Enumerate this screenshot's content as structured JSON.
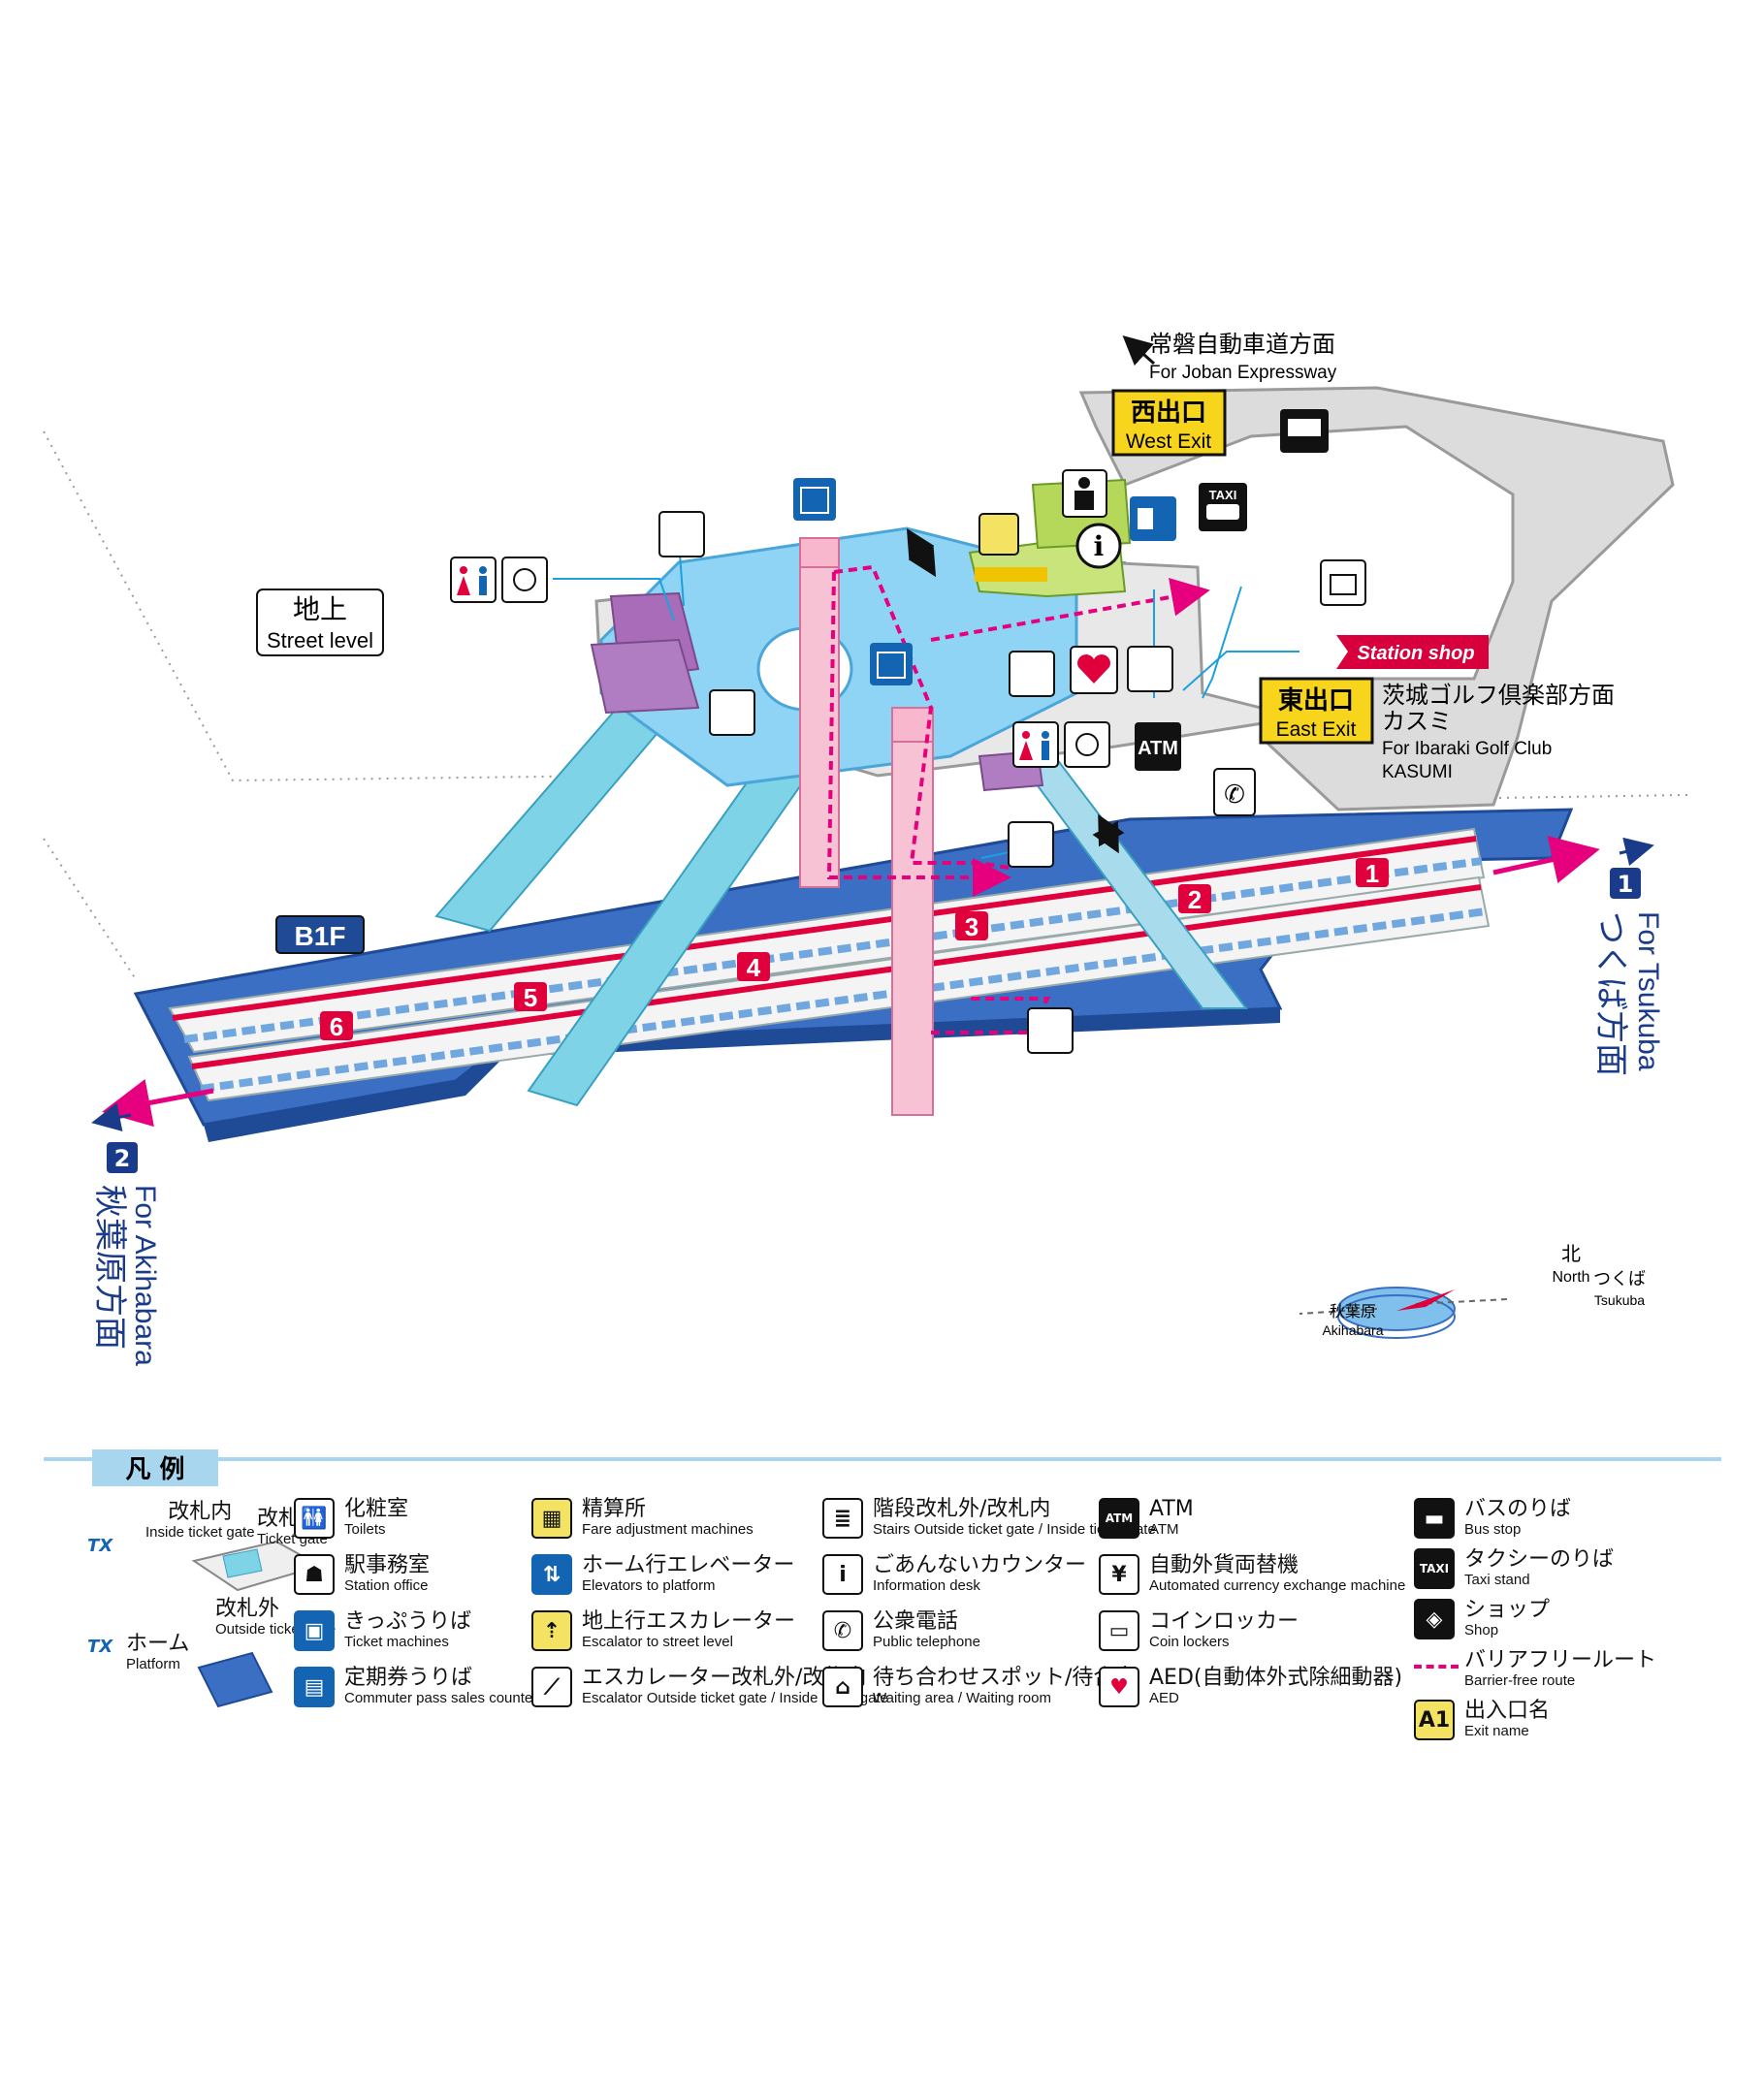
{
  "joban": {
    "jp": "常磐自動車道方面",
    "en": "For Joban Expressway"
  },
  "west_exit": {
    "jp": "西出口",
    "en": "West Exit"
  },
  "east_exit": {
    "jp": "東出口",
    "en": "East Exit"
  },
  "east_dest": {
    "jp1": "茨城ゴルフ倶楽部方面",
    "jp2": "カスミ",
    "en1": "For Ibaraki Golf Club",
    "en2": "KASUMI"
  },
  "station_shop": "Station shop",
  "street_level": {
    "jp": "地上",
    "en": "Street level"
  },
  "b1f": "B1F",
  "atm": "ATM",
  "taxi": "TAXI",
  "cars": [
    "1",
    "2",
    "3",
    "4",
    "5",
    "6"
  ],
  "tsukuba": {
    "num": "1",
    "en": "For Tsukuba",
    "jp": "つくば方面"
  },
  "akihabara": {
    "num": "2",
    "en": "For Akihabara",
    "jp": "秋葉原方面"
  },
  "compass": {
    "north_jp": "北",
    "north_en": "North",
    "tsukuba_jp": "つくば",
    "tsukuba_en": "Tsukuba",
    "akihabara_jp": "秋葉原",
    "akihabara_en": "Akihabara"
  },
  "legend": {
    "title": "凡 例",
    "inside_gate": {
      "jp": "改札内",
      "en": "Inside ticket gate"
    },
    "ticket_gate": {
      "jp": "改札",
      "en": "Ticket gate"
    },
    "outside_gate": {
      "jp": "改札外",
      "en": "Outside ticket gate"
    },
    "platform": {
      "jp": "ホーム",
      "en": "Platform"
    },
    "tx": "TX",
    "items": [
      {
        "jp": "化粧室",
        "en": "Toilets",
        "icon": "toilets-icon"
      },
      {
        "jp": "駅事務室",
        "en": "Station office",
        "icon": "station-office-icon"
      },
      {
        "jp": "きっぷうりば",
        "en": "Ticket machines",
        "icon": "ticket-machine-icon"
      },
      {
        "jp": "定期券うりば",
        "en": "Commuter pass sales counter",
        "icon": "commuter-pass-icon"
      },
      {
        "jp": "精算所",
        "en": "Fare adjustment machines",
        "icon": "fare-adjustment-icon"
      },
      {
        "jp": "ホーム行エレベーター",
        "en": "Elevators to platform",
        "icon": "elevator-icon"
      },
      {
        "jp": "地上行エスカレーター",
        "en": "Escalator to street level",
        "icon": "escalator-up-icon"
      },
      {
        "jp": "エスカレーター改札外/改札内",
        "en": "Escalator Outside ticket gate / Inside ticket gate",
        "icon": "escalator-icon"
      },
      {
        "jp": "階段改札外/改札内",
        "en": "Stairs Outside ticket gate / Inside ticket gate",
        "icon": "stairs-icon"
      },
      {
        "jp": "ごあんないカウンター",
        "en": "Information desk",
        "icon": "information-icon"
      },
      {
        "jp": "公衆電話",
        "en": "Public telephone",
        "icon": "telephone-icon"
      },
      {
        "jp": "待ち合わせスポット/待合室",
        "en": "Waiting area / Waiting room",
        "icon": "waiting-area-icon"
      },
      {
        "jp": "ATM",
        "en": "ATM",
        "icon": "atm-icon"
      },
      {
        "jp": "自動外貨両替機",
        "en": "Automated currency exchange machine",
        "icon": "currency-exchange-icon"
      },
      {
        "jp": "コインロッカー",
        "en": "Coin lockers",
        "icon": "coin-locker-icon"
      },
      {
        "jp": "AED(自動体外式除細動器)",
        "en": "AED",
        "icon": "aed-icon"
      },
      {
        "jp": "バスのりば",
        "en": "Bus stop",
        "icon": "bus-icon"
      },
      {
        "jp": "タクシーのりば",
        "en": "Taxi stand",
        "icon": "taxi-icon"
      },
      {
        "jp": "ショップ",
        "en": "Shop",
        "icon": "shop-icon"
      },
      {
        "jp": "バリアフリールート",
        "en": "Barrier-free route",
        "icon": "barrier-free-route-icon"
      },
      {
        "jp": "出入口名",
        "en": "Exit name",
        "icon": "exit-name-icon",
        "sample": "A1"
      }
    ]
  },
  "colors": {
    "concourse": "#8fd3f5",
    "platform": "#3a6fc4",
    "stairs": "#7fd3e6",
    "elevator": "#f7c3d4",
    "route": "#e6007e",
    "train_stripe": "#e0003c",
    "exit_yellow": "#f7d51d"
  }
}
